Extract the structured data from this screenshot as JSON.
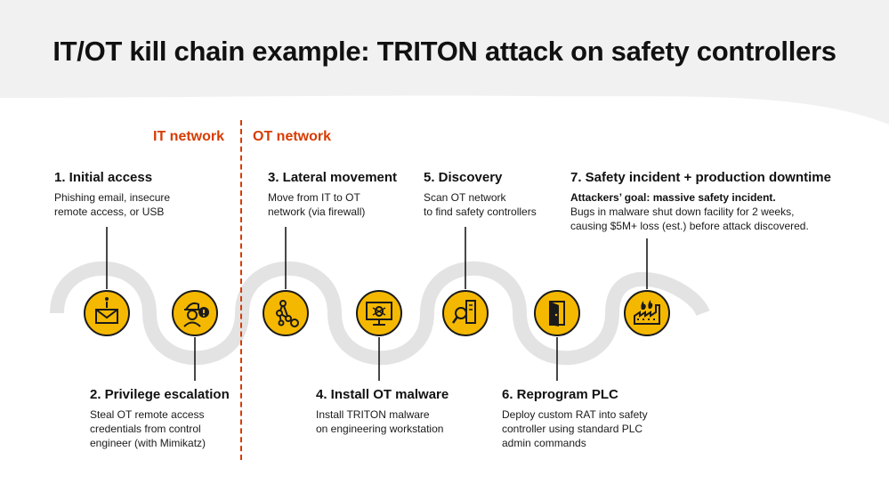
{
  "title": "IT/OT kill chain example: TRITON attack on safety controllers",
  "zones": {
    "it": "IT network",
    "ot": "OT network"
  },
  "colors": {
    "accent": "#d83b01",
    "node_fill": "#f5b800",
    "track": "#e3e3e3",
    "bg_band": "#f1f1f1"
  },
  "steps": [
    {
      "heading": "1. Initial access",
      "lines": [
        "Phishing email, insecure",
        "remote access, or USB"
      ],
      "icon": "email-warning-icon"
    },
    {
      "heading": "2. Privilege escalation",
      "lines": [
        "Steal OT remote access",
        "credentials from control",
        "engineer (with Mimikatz)"
      ],
      "icon": "engineer-alert-icon"
    },
    {
      "heading": "3. Lateral movement",
      "lines": [
        "Move from IT to OT",
        "network (via firewall)"
      ],
      "icon": "network-nodes-icon"
    },
    {
      "heading": "4. Install OT malware",
      "lines": [
        "Install TRITON malware",
        "on engineering workstation"
      ],
      "icon": "monitor-bug-icon"
    },
    {
      "heading": "5. Discovery",
      "lines": [
        "Scan OT network",
        "to find safety controllers"
      ],
      "icon": "magnifier-server-icon"
    },
    {
      "heading": "6. Reprogram PLC",
      "lines": [
        "Deploy custom RAT into safety",
        "controller using standard PLC",
        "admin commands"
      ],
      "icon": "door-exit-icon"
    },
    {
      "heading": "7. Safety incident + production downtime",
      "bold_line": "Attackers’ goal: massive safety incident.",
      "lines": [
        "Bugs in malware shut down facility for 2 weeks,",
        "causing $5M+ loss (est.) before attack discovered."
      ],
      "icon": "factory-fire-icon"
    }
  ]
}
